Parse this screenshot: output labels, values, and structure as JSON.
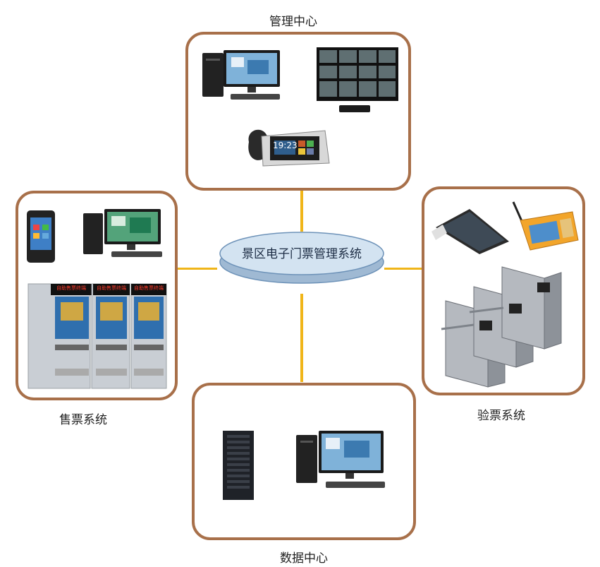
{
  "center": {
    "label": "景区电子门票管理系统"
  },
  "nodes": {
    "management": {
      "label": "管理中心"
    },
    "ticketing": {
      "label": "售票系统"
    },
    "checking": {
      "label": "验票系统"
    },
    "data": {
      "label": "数据中心"
    }
  },
  "devices": {
    "kiosk_headers": [
      "自助售票终端",
      "自助售票终端",
      "自助售票终端"
    ],
    "phone_screen_text": "19:23"
  },
  "colors": {
    "box_border": "#a8704a",
    "connector": "#f0b519",
    "ellipse_fill": "#d3e3f1",
    "ellipse_stroke": "#6d92b8"
  }
}
